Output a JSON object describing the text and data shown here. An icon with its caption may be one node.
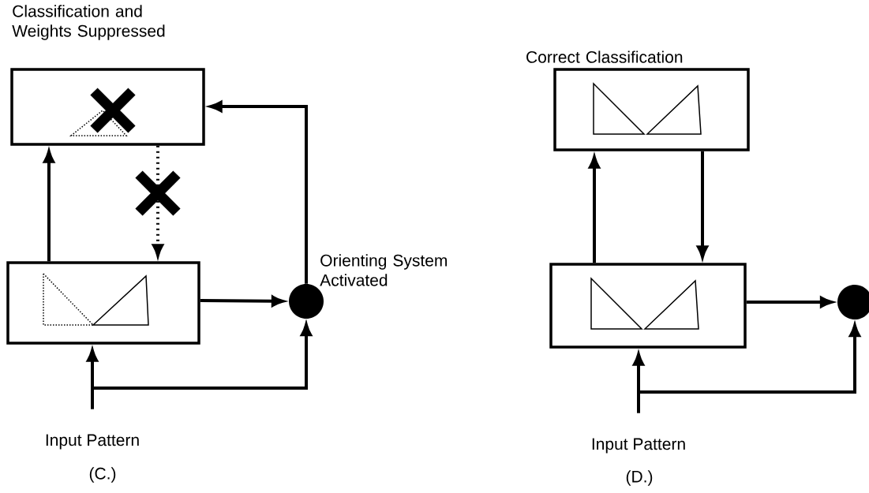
{
  "diagram": {
    "nodes": [
      {
        "text": [
          "Classification and Weights Suppressed"
        ]
      },
      {
        "text": [],
        "shape": "box"
      },
      {
        "text": [],
        "shape": "circle",
        "beside": [
          "Orienting System Activated"
        ]
      },
      {
        "text": [
          "Input Pattern"
        ]
      },
      {
        "text": [
          "Correct Classification"
        ]
      },
      {
        "text": [],
        "shape": "box"
      },
      {
        "text": [],
        "shape": "circle"
      },
      {
        "text": [
          "Input Pattern"
        ]
      }
    ],
    "edges": [
      {
        "from": 1,
        "to": 0,
        "arrow": "to"
      },
      {
        "from": 0,
        "to": 1,
        "arrow": "to",
        "style": "dashed"
      },
      {
        "from": 2,
        "to": 0,
        "arrow": "to"
      },
      {
        "from": 1,
        "to": 2,
        "arrow": "to"
      },
      {
        "from": 3,
        "to": 1,
        "arrow": "to"
      },
      {
        "from": 3,
        "to": 2,
        "arrow": "to"
      },
      {
        "from": 5,
        "to": 4,
        "arrow": "to"
      },
      {
        "from": 4,
        "to": 5,
        "arrow": "to"
      },
      {
        "from": 5,
        "to": 6,
        "arrow": "to"
      },
      {
        "from": 7,
        "to": 5,
        "arrow": "to"
      },
      {
        "from": 7,
        "to": 6,
        "arrow": "to"
      }
    ],
    "labels": [
      "(C.)",
      "(D.)"
    ]
  }
}
